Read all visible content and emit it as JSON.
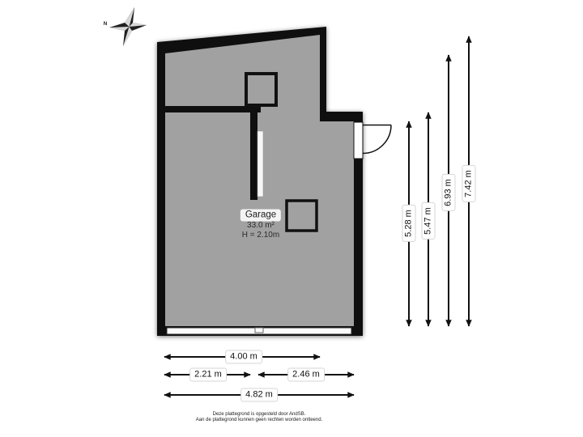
{
  "floorplan": {
    "room": {
      "name": "Garage",
      "area": "33.0 m²",
      "ceiling_height": "H = 2.10m"
    },
    "compass": {
      "letter": "N"
    },
    "colors": {
      "floor": "#a1a1a1",
      "wall": "#0f0f0f",
      "background": "#ffffff",
      "dimension_line": "#111111"
    }
  },
  "dimensions": {
    "vertical": [
      {
        "label": "5.28 m"
      },
      {
        "label": "5.47 m"
      },
      {
        "label": "6.93 m"
      },
      {
        "label": "7.42 m"
      }
    ],
    "horizontal": [
      {
        "label": "4.00 m"
      },
      {
        "label": "2.21 m"
      },
      {
        "label": "2.46 m"
      },
      {
        "label": "4.82 m"
      }
    ]
  },
  "footer": {
    "line1": "Deze plattegrond is opgesteld door AndSB.",
    "line2": "Aan de plattegrond kunnen geen rechten worden ontleend."
  }
}
